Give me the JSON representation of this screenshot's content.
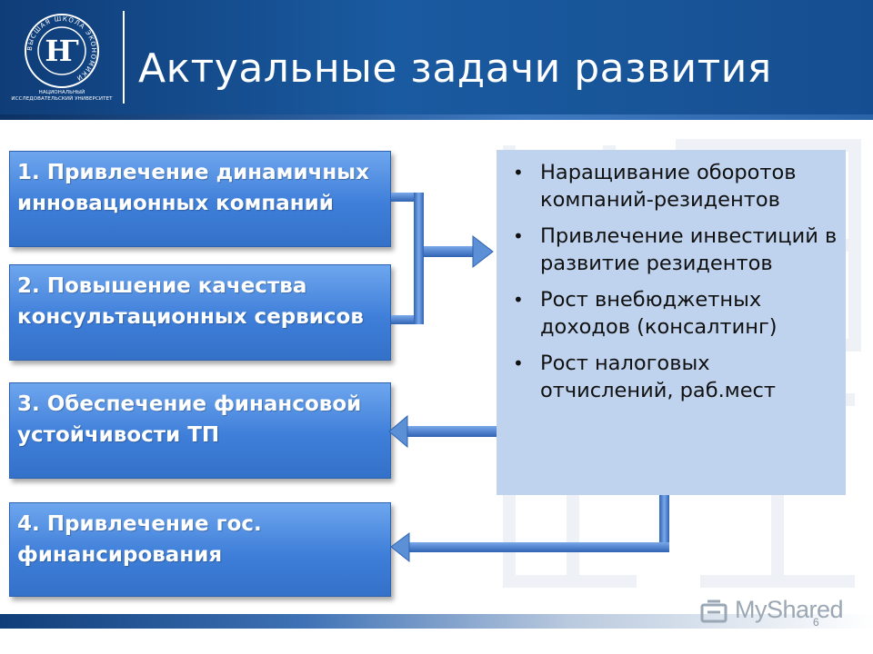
{
  "header": {
    "title": "Актуальные задачи развития",
    "logo_caption": "НАЦИОНАЛЬНЫЙ ИССЛЕДОВАТЕЛЬСКИЙ УНИВЕРСИТЕТ",
    "logo_ring_text": "ВЫСШАЯ ШКОЛА ЭКОНОМИКИ",
    "logo_monogram": "Ҥ"
  },
  "tasks": [
    {
      "label": "1. Привлечение динамичных инновационных компаний"
    },
    {
      "label": "2. Повышение качества консультационных сервисов"
    },
    {
      "label": "3. Обеспечение финансовой устойчивости ТП"
    },
    {
      "label": "4. Привлечение гос. финансирования"
    }
  ],
  "results": {
    "items": [
      "Наращивание оборотов компаний-резидентов",
      "Привлечение инвестиций в развитие резидентов",
      "Рост внебюджетных доходов (консалтинг)",
      "Рост налоговых отчислений, раб.мест"
    ]
  },
  "footer": {
    "watermark": "MyShared",
    "slide_number": "6"
  },
  "colors": {
    "header_blue": "#164f91",
    "task_box_blue": "#3f7fd9",
    "results_box_bg": "#bfd3ee",
    "arrow_blue": "#5b8fd6"
  },
  "icons": {
    "logo": "hse-logo-icon",
    "watermark": "myshared-logo-icon"
  }
}
